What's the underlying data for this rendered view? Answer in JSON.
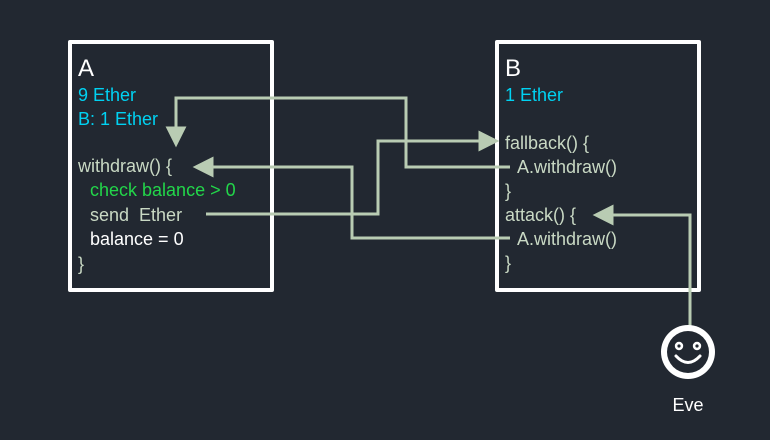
{
  "contract_a": {
    "name": "A",
    "balance": "9 Ether",
    "mapping_entry": "B: 1 Ether",
    "withdraw_open": "withdraw() {",
    "check_line": "check balance > 0",
    "send_line": "send  Ether",
    "balance_line": "balance = 0",
    "close": "}"
  },
  "contract_b": {
    "name": "B",
    "balance": "1 Ether",
    "fallback_open": "fallback() {",
    "fallback_call": "A.withdraw()",
    "fallback_close": "}",
    "attack_open": "attack() {",
    "attack_call": "A.withdraw()",
    "attack_close": "}"
  },
  "actor": {
    "name": "Eve",
    "icon": "smiley-face-icon"
  },
  "colors": {
    "background": "#222831",
    "box_border": "#ffffff",
    "title": "#ffffff",
    "balance_text": "#00d2f2",
    "code_text": "#c9d9c4",
    "highlight_text": "#22d64a",
    "arrow": "#b9ccb3"
  }
}
